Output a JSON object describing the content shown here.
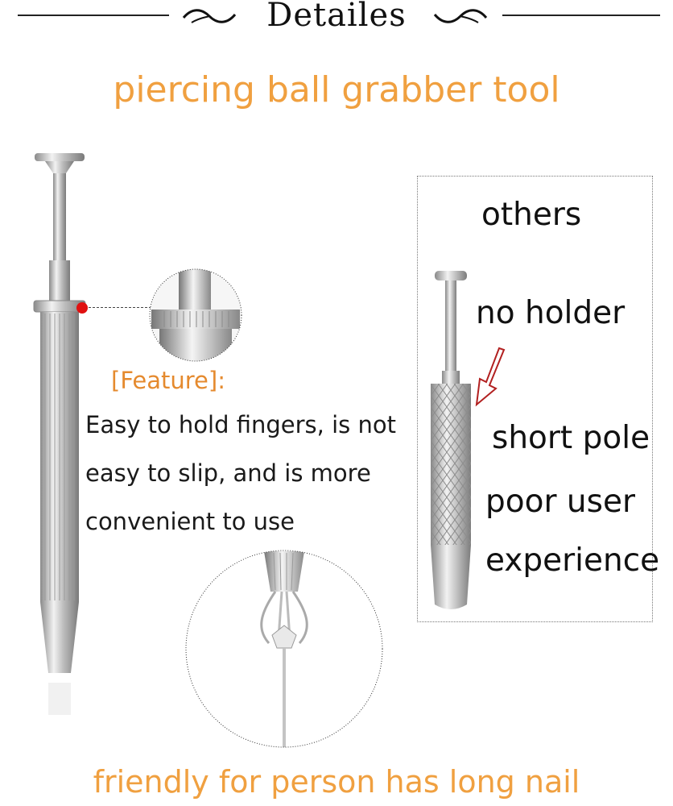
{
  "header": {
    "title": "Detailes"
  },
  "product_title": "piercing ball grabber tool",
  "feature": {
    "label": "[Feature]:",
    "lines": [
      "Easy to hold fingers, is not",
      "easy to slip, and is more",
      "convenient to use"
    ]
  },
  "comparison": {
    "heading": "others",
    "points": [
      "no holder",
      "short pole",
      "poor user",
      "experience"
    ]
  },
  "footer_text": "friendly for person has long nail",
  "colors": {
    "accent_orange": "#f0a040",
    "feature_orange": "#e58a2e",
    "marker_red": "#e01010",
    "metal": "#c8c8c8"
  }
}
